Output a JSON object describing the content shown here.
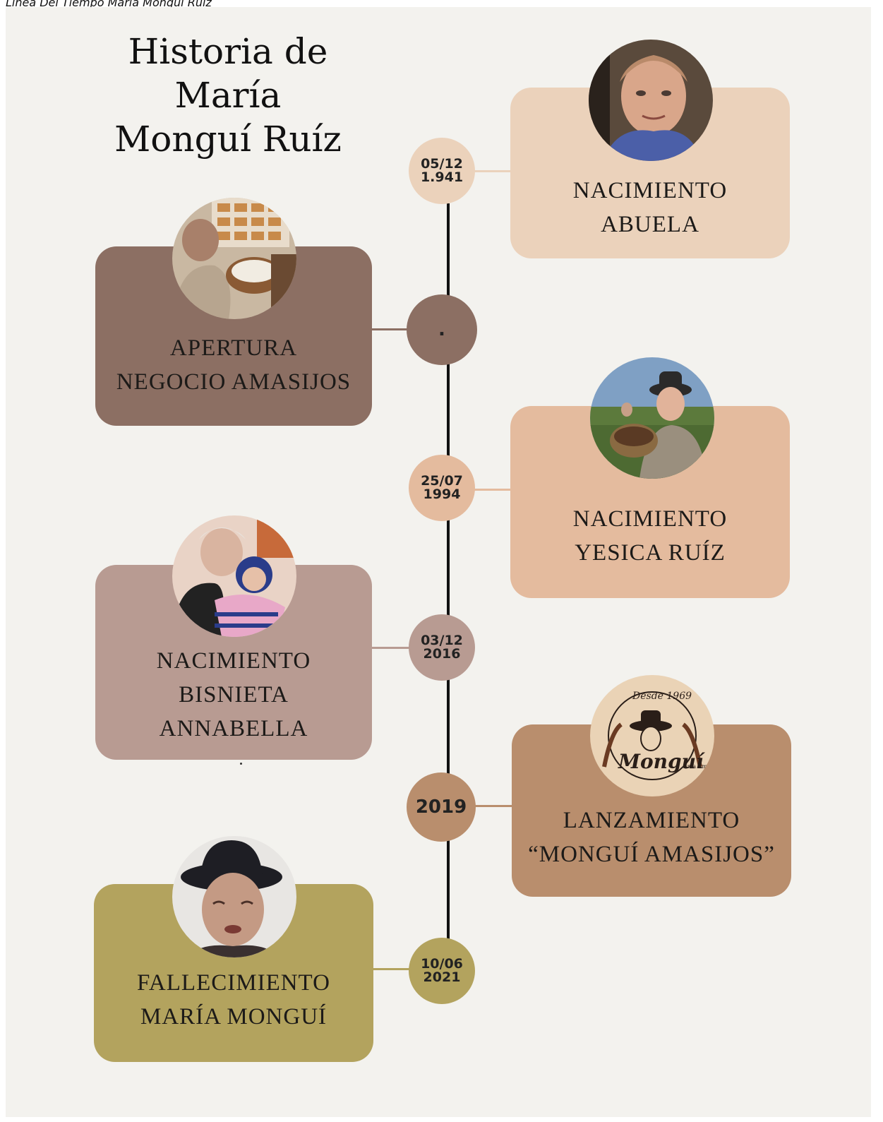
{
  "caption": "Línea Del Tiempo María Monguí Ruíz",
  "title": {
    "line1": "Historia de",
    "line2": "María",
    "line3": "Monguí Ruíz"
  },
  "colors": {
    "background": "#f3f2ee",
    "card_abuela": "#ebd2bb",
    "card_negocio": "#8c6f63",
    "card_yesica": "#e4bb9e",
    "card_bisnieta": "#b89b92",
    "card_lanzamiento": "#b98e6d",
    "card_fallecimiento": "#b3a35e",
    "axis": "#111111"
  },
  "events": [
    {
      "date_line1": "05/12",
      "date_line2": "1.941",
      "label_line1": "NACIMIENTO",
      "label_line2": "ABUELA",
      "photo": "grandmother-portrait"
    },
    {
      "date_line1": ".",
      "label_line1": "APERTURA",
      "label_line2": "NEGOCIO AMASIJOS",
      "photo": "kneading-dough-photo"
    },
    {
      "date_line1": "25/07",
      "date_line2": "1994",
      "label_line1": "NACIMIENTO",
      "label_line2": "YESICA RUÍZ",
      "photo": "woman-with-basket-photo"
    },
    {
      "date_line1": "03/12",
      "date_line2": "2016",
      "label_line1": "NACIMIENTO",
      "label_line2": "BISNIETA",
      "label_line3": "ANNABELLA",
      "photo": "grandmother-with-baby-photo"
    },
    {
      "date_line1": "2019",
      "label_line1": "LANZAMIENTO",
      "label_line2": "“MONGUÍ AMASIJOS”",
      "photo": "brand-logo",
      "logo_text": {
        "top": "Desde 1969",
        "brand": "Monguí",
        "side": "Ama Ame"
      }
    },
    {
      "date_line1": "10/06",
      "date_line2": "2021",
      "label_line1": "FALLECIMIENTO",
      "label_line2": "MARÍA MONGUÍ",
      "photo": "elderly-woman-hat-photo"
    }
  ]
}
